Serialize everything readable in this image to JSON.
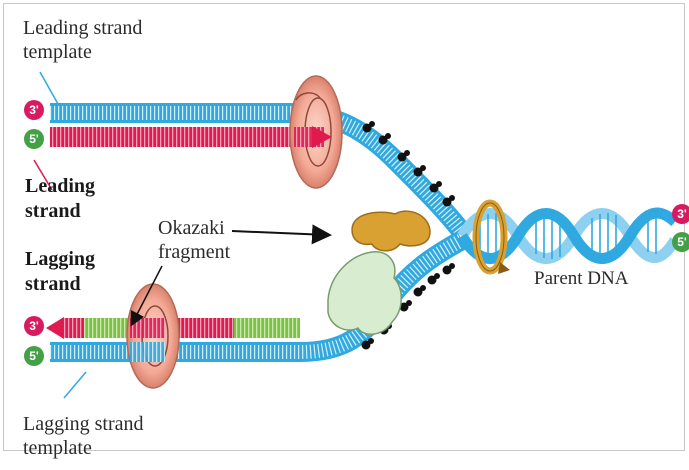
{
  "labels": {
    "leading_template": [
      "Leading strand",
      "template"
    ],
    "leading_strand": [
      "Leading",
      "strand"
    ],
    "lagging_strand": [
      "Lagging",
      "strand"
    ],
    "okazaki": [
      "Okazaki",
      "fragment"
    ],
    "parent_dna": "Parent DNA",
    "lagging_template": [
      "Lagging strand",
      "template"
    ]
  },
  "strand_ends": {
    "top_3": "3'",
    "top_5": "5'",
    "lag_3": "3'",
    "lag_5": "5'",
    "parent_3": "3'",
    "parent_5": "5'"
  },
  "colors": {
    "template_blue": "#2fa9e0",
    "new_red": "#e0194f",
    "okazaki_green": "#7cc242",
    "end_magenta": "#d81b60",
    "end_green": "#43a047",
    "clamp_pink": "#f4a996",
    "primase_gold": "#d9a032",
    "polymerase_green": "#d8ecd0"
  }
}
